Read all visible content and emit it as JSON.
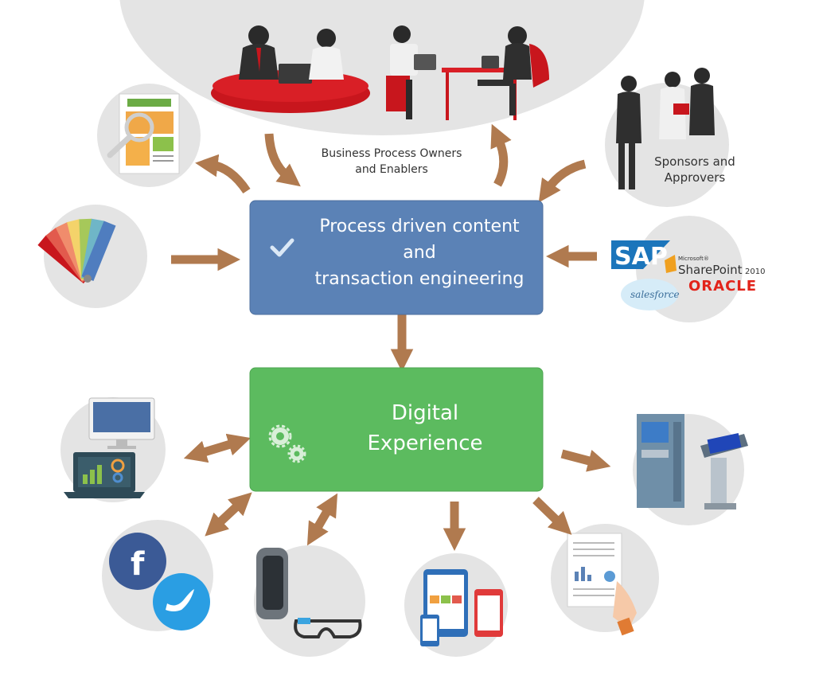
{
  "top_group": {
    "label_line1": "Business Process Owners",
    "label_line2": "and Enablers"
  },
  "sponsors": {
    "label_line1": "Sponsors and",
    "label_line2": "Approvers"
  },
  "process_box": {
    "line1": "Process driven content",
    "line2": "and",
    "line3": "transaction engineering",
    "color": "#5b82b6",
    "icon": "check-icon"
  },
  "digital_box": {
    "line1": "Digital",
    "line2": "Experience",
    "color": "#5cbb5f",
    "icon": "gears-icon"
  },
  "logos": {
    "sap": "SAP",
    "microsoft": "Microsoft®",
    "sharepoint": "SharePoint",
    "sharepoint_version": "2010",
    "salesforce": "salesforce",
    "oracle": "ORACLE"
  },
  "social": {
    "facebook": "f"
  },
  "colors": {
    "arrow": "#b07a4f",
    "circle": "#e4e4e4"
  }
}
